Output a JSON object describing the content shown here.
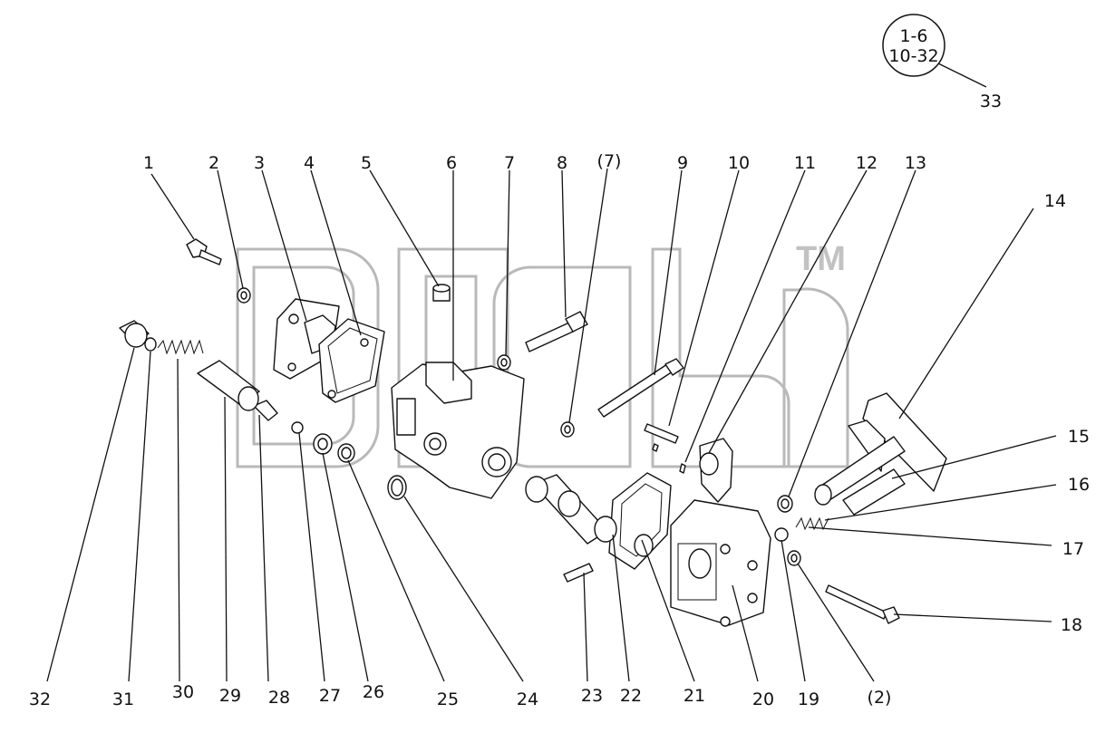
{
  "watermark": {
    "trademark": "TM"
  },
  "reference_circle": {
    "line1": "1-6",
    "line2": "10-32",
    "label": "33"
  },
  "callouts": [
    {
      "id": "c1",
      "text": "1"
    },
    {
      "id": "c2",
      "text": "2"
    },
    {
      "id": "c3",
      "text": "3"
    },
    {
      "id": "c4",
      "text": "4"
    },
    {
      "id": "c5",
      "text": "5"
    },
    {
      "id": "c6",
      "text": "6"
    },
    {
      "id": "c7",
      "text": "7"
    },
    {
      "id": "c8",
      "text": "8"
    },
    {
      "id": "c7b",
      "text": "(7)"
    },
    {
      "id": "c9",
      "text": "9"
    },
    {
      "id": "c10",
      "text": "10"
    },
    {
      "id": "c11",
      "text": "11"
    },
    {
      "id": "c12",
      "text": "12"
    },
    {
      "id": "c13",
      "text": "13"
    },
    {
      "id": "c14",
      "text": "14"
    },
    {
      "id": "c15",
      "text": "15"
    },
    {
      "id": "c16",
      "text": "16"
    },
    {
      "id": "c17",
      "text": "17"
    },
    {
      "id": "c18",
      "text": "18"
    },
    {
      "id": "c2b",
      "text": "(2)"
    },
    {
      "id": "c19",
      "text": "19"
    },
    {
      "id": "c20",
      "text": "20"
    },
    {
      "id": "c21",
      "text": "21"
    },
    {
      "id": "c22",
      "text": "22"
    },
    {
      "id": "c23",
      "text": "23"
    },
    {
      "id": "c24",
      "text": "24"
    },
    {
      "id": "c25",
      "text": "25"
    },
    {
      "id": "c26",
      "text": "26"
    },
    {
      "id": "c27",
      "text": "27"
    },
    {
      "id": "c28",
      "text": "28"
    },
    {
      "id": "c29",
      "text": "29"
    },
    {
      "id": "c30",
      "text": "30"
    },
    {
      "id": "c31",
      "text": "31"
    },
    {
      "id": "c32",
      "text": "32"
    }
  ]
}
